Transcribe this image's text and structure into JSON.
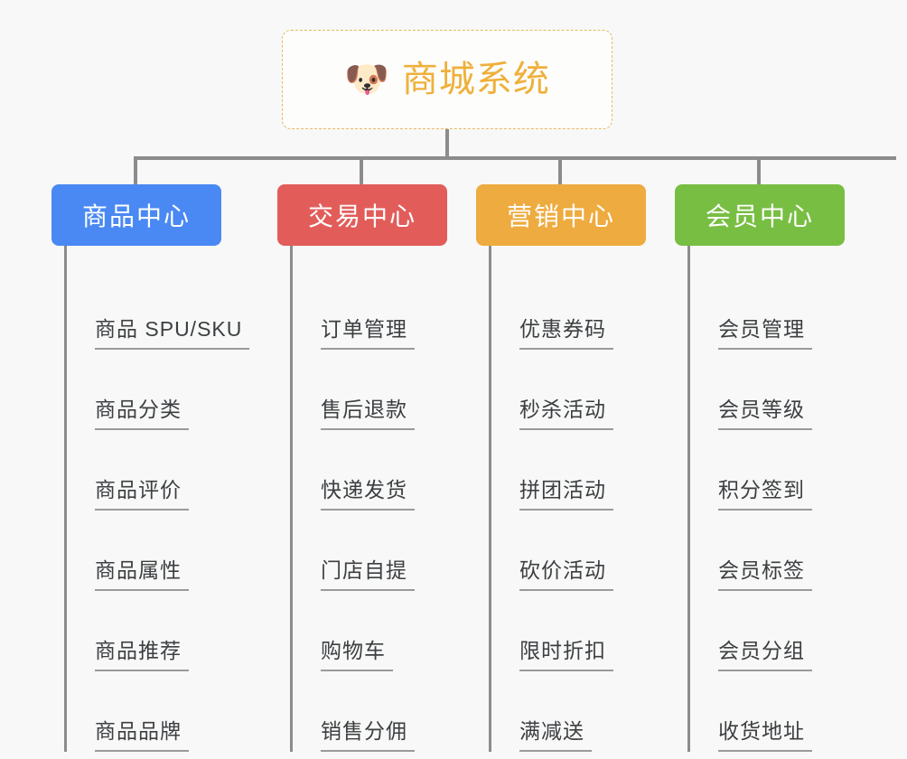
{
  "root": {
    "icon": "dog-face-icon",
    "emoji": "🐶",
    "title": "商城系统",
    "border_color": "#e8b860",
    "title_color": "#efb03a",
    "background": "#fdfdfc"
  },
  "canvas": {
    "background": "#f8f8f8",
    "line_color": "#8c8c8c",
    "leaf_underline_color": "#9a9a9a",
    "leaf_text_color": "#3c3f41"
  },
  "columns": [
    {
      "header": "商品中心",
      "color": "#4a89f3",
      "key": "product-center",
      "items": [
        "商品 SPU/SKU",
        "商品分类",
        "商品评价",
        "商品属性",
        "商品推荐",
        "商品品牌"
      ]
    },
    {
      "header": "交易中心",
      "color": "#e25d5a",
      "key": "trade-center",
      "items": [
        "订单管理",
        "售后退款",
        "快递发货",
        "门店自提",
        "购物车",
        "销售分佣"
      ]
    },
    {
      "header": "营销中心",
      "color": "#eeab3f",
      "key": "marketing-center",
      "items": [
        "优惠券码",
        "秒杀活动",
        "拼团活动",
        "砍价活动",
        "限时折扣",
        "满减送"
      ]
    },
    {
      "header": "会员中心",
      "color": "#78be43",
      "key": "member-center",
      "items": [
        "会员管理",
        "会员等级",
        "积分签到",
        "会员标签",
        "会员分组",
        "收货地址"
      ]
    }
  ]
}
